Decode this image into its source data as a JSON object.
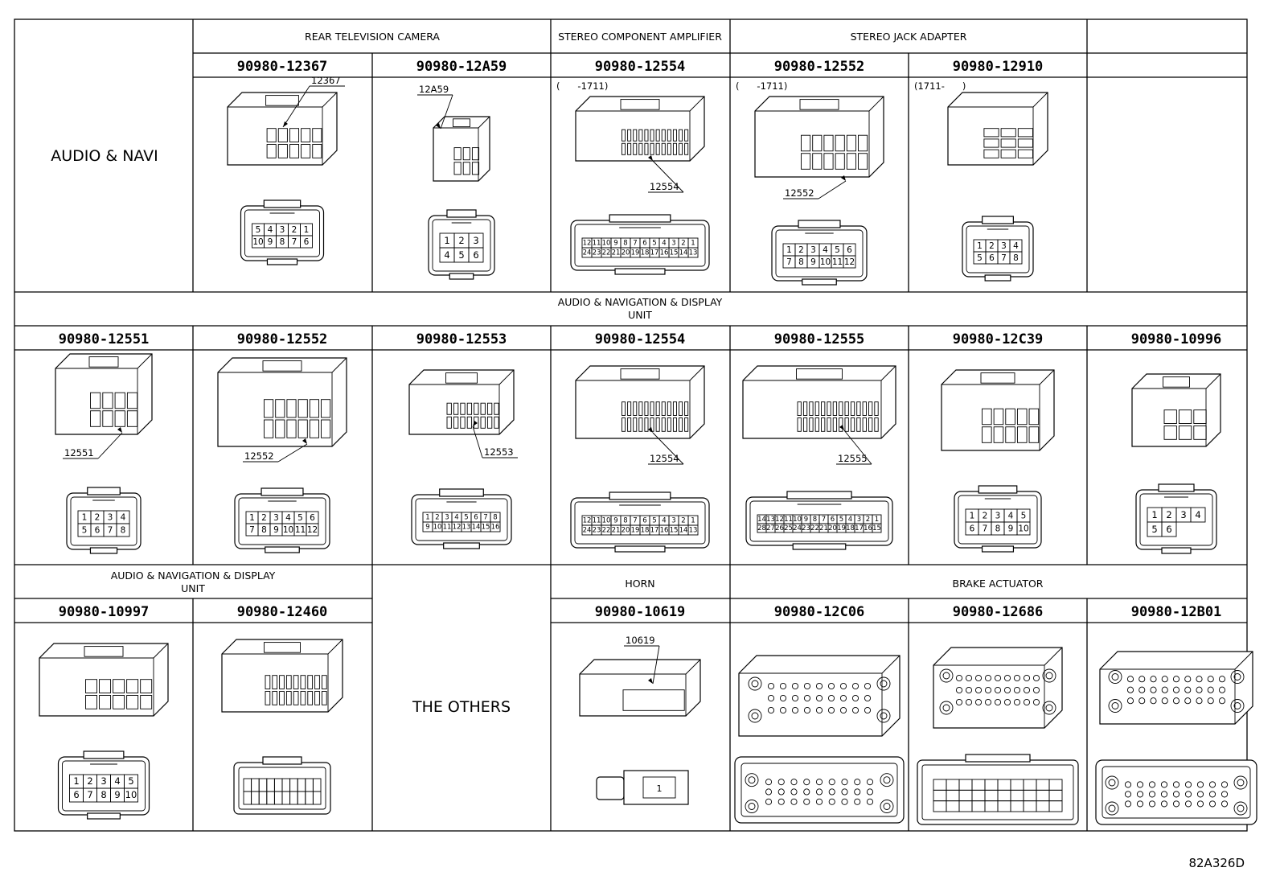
{
  "rows": [
    {
      "section_label": "AUDIO & NAVI",
      "groups": [
        {
          "title": "REAR TELEVISION CAMERA",
          "span": 2
        },
        {
          "title": "STEREO COMPONENT AMPLIFIER",
          "span": 1
        },
        {
          "title": "STEREO JACK ADAPTER",
          "span": 2
        },
        {
          "title": "",
          "span": 1
        }
      ],
      "cells": [
        {
          "part": "90980-12367",
          "note": "",
          "callout": "12367",
          "face_pins": [
            "5",
            "4",
            "3",
            "2",
            "1",
            "10",
            "9",
            "8",
            "7",
            "6"
          ]
        },
        {
          "part": "90980-12A59",
          "note": "",
          "callout": "12A59",
          "face_pins": [
            "1",
            "2",
            "3",
            "4",
            "5",
            "6"
          ]
        },
        {
          "part": "90980-12554",
          "note": "(      -1711)",
          "callout": "12554",
          "face_pins": [
            "12",
            "11",
            "10",
            "9",
            "8",
            "7",
            "6",
            "5",
            "4",
            "3",
            "2",
            "1",
            "24",
            "23",
            "22",
            "21",
            "20",
            "19",
            "18",
            "17",
            "16",
            "15",
            "14",
            "13"
          ]
        },
        {
          "part": "90980-12552",
          "note": "(      -1711)",
          "callout": "12552",
          "face_pins": [
            "1",
            "2",
            "3",
            "4",
            "5",
            "6",
            "7",
            "8",
            "9",
            "10",
            "11",
            "12"
          ]
        },
        {
          "part": "90980-12910",
          "note": "(1711-      )",
          "callout": "",
          "face_pins": [
            "1",
            "2",
            "3",
            "4",
            "5",
            "6",
            "7",
            "8"
          ]
        },
        {
          "part": "",
          "note": "",
          "callout": "",
          "face_pins": []
        }
      ]
    },
    {
      "section_label": "",
      "group_title_line1": "AUDIO & NAVIGATION & DISPLAY",
      "group_title_line2": "UNIT",
      "cells": [
        {
          "part": "90980-12551",
          "callout": "12551",
          "face_pins": [
            "1",
            "2",
            "3",
            "4",
            "5",
            "6",
            "7",
            "8"
          ]
        },
        {
          "part": "90980-12552",
          "callout": "12552",
          "face_pins": [
            "1",
            "2",
            "3",
            "4",
            "5",
            "6",
            "7",
            "8",
            "9",
            "10",
            "11",
            "12"
          ]
        },
        {
          "part": "90980-12553",
          "callout": "12553",
          "face_pins": [
            "1",
            "2",
            "3",
            "4",
            "5",
            "6",
            "7",
            "8",
            "9",
            "10",
            "11",
            "12",
            "13",
            "14",
            "15",
            "16"
          ]
        },
        {
          "part": "90980-12554",
          "callout": "12554",
          "face_pins": [
            "12",
            "11",
            "10",
            "9",
            "8",
            "7",
            "6",
            "5",
            "4",
            "3",
            "2",
            "1",
            "24",
            "23",
            "22",
            "21",
            "20",
            "19",
            "18",
            "17",
            "16",
            "15",
            "14",
            "13"
          ]
        },
        {
          "part": "90980-12555",
          "callout": "12555",
          "face_pins": [
            "14",
            "13",
            "12",
            "11",
            "10",
            "9",
            "8",
            "7",
            "6",
            "5",
            "4",
            "3",
            "2",
            "1",
            "28",
            "27",
            "26",
            "25",
            "24",
            "23",
            "22",
            "21",
            "20",
            "19",
            "18",
            "17",
            "16",
            "15"
          ]
        },
        {
          "part": "90980-12C39",
          "callout": "",
          "face_pins": [
            "1",
            "2",
            "3",
            "4",
            "5",
            "6",
            "7",
            "8",
            "9",
            "10"
          ]
        },
        {
          "part": "90980-10996",
          "callout": "",
          "face_pins": [
            "1",
            "2",
            "3",
            "4",
            "5",
            "6"
          ]
        }
      ]
    },
    {
      "group_title_line1": "AUDIO & NAVIGATION & DISPLAY",
      "group_title_line2": "UNIT",
      "others_label": "THE OTHERS",
      "horn_title": "HORN",
      "brake_title": "BRAKE ACTUATOR",
      "cells": [
        {
          "part": "90980-10997",
          "callout": "",
          "face_pins": [
            "1",
            "2",
            "3",
            "4",
            "5",
            "6",
            "7",
            "8",
            "9",
            "10"
          ]
        },
        {
          "part": "90980-12460",
          "callout": "",
          "face_pins": []
        },
        {
          "part": "90980-10619",
          "callout": "10619",
          "face_pins": [
            "1"
          ]
        },
        {
          "part": "90980-12C06",
          "callout": "",
          "face_pins": []
        },
        {
          "part": "90980-12686",
          "callout": "",
          "face_pins": []
        },
        {
          "part": "90980-12B01",
          "callout": "",
          "face_pins": []
        }
      ]
    }
  ],
  "footer_code": "82A326D"
}
